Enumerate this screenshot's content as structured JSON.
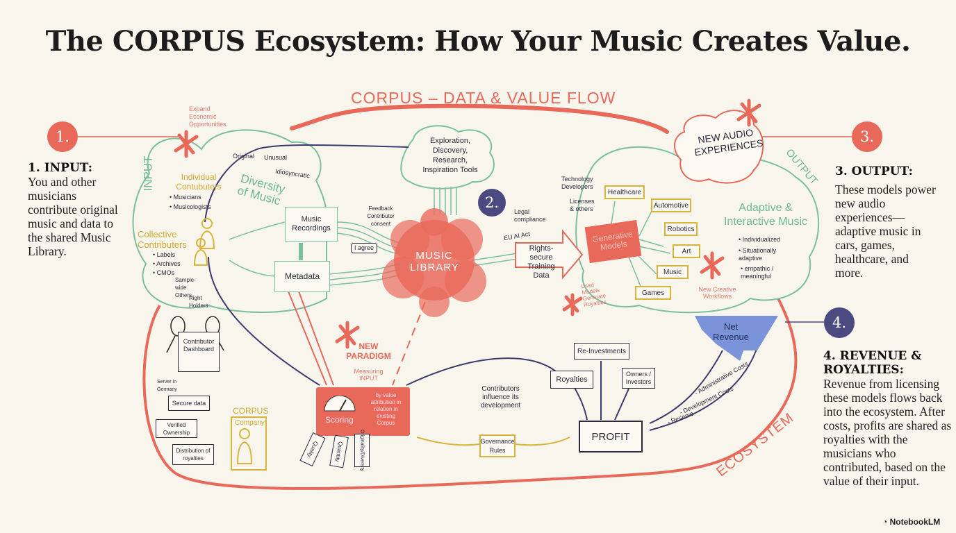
{
  "title": "The CORPUS Ecosystem: How Your Music Creates Value.",
  "flow_label": "CORPUS  –  DATA & VALUE FLOW",
  "ecosystem_label": "ECOSYSTEM",
  "steps": [
    {
      "number": "1.",
      "heading": "1. INPUT:",
      "body": "You and other musicians contribute original music and data to the shared Music Library."
    },
    {
      "number": "2."
    },
    {
      "number": "3.",
      "heading": "3. OUTPUT:",
      "body": "These models power new audio experiences—adaptive music in cars, games, healthcare, and more."
    },
    {
      "number": "4.",
      "heading": "4. REVENUE & ROYALTIES:",
      "body": "Revenue from licensing these models flows back into the ecosystem. After costs, profits are shared as royalties with the musicians who contributed, based on the value of their input."
    }
  ],
  "input": {
    "label": "INPUT",
    "expand": "Expand Economic Opportunities",
    "qualities": [
      "Original",
      "Unusual",
      "Idiosyncratic"
    ],
    "diversity": "Diversity of Music",
    "individual": {
      "title": "Individual Contubuters",
      "items": [
        "• Musicians",
        "• Musicologists"
      ]
    },
    "collective": {
      "title": "Collective Contributers",
      "items": [
        "• Labels",
        "• Archives",
        "• CMOs"
      ]
    },
    "sample_others": "Sample-wide Others",
    "right_holders": "Right Holders",
    "recordings": "Music Recordings",
    "metadata": "Metadata",
    "consent": "Feedback Contributor consent",
    "agree": "I agree"
  },
  "center": {
    "exploration": "Exploration, Discovery, Research, Inspiration Tools",
    "library": "MUSIC LIBRARY",
    "legal": "Legal compliance",
    "eu_act": "EU AI Act",
    "training": "Rights-secure Training Data",
    "tech_dev": "Technology Developers",
    "licenses": "Licenses & others",
    "models": "Generative Models",
    "used_models": "Used Models Generate Royalties"
  },
  "output": {
    "label": "OUTPUT",
    "new_audio": "NEW AUDIO EXPERIENCES",
    "sectors": [
      "Healthcare",
      "Automotive",
      "Robotics",
      "Art",
      "Music",
      "Games"
    ],
    "adaptive": "Adaptive & Interactive Music",
    "features": [
      "• Individualized",
      "• Situationally adaptive",
      "• empathic / meaningful"
    ],
    "workflows": "New Creative Workflows"
  },
  "revenue": {
    "net": "Net Revenue",
    "costs": [
      "- Administrative Costs",
      "- Development Costs",
      "- Reserve"
    ],
    "profit": "PROFIT",
    "royalties": "Royalties",
    "reinvest": "Re-Investments",
    "owners": "Owners / Investors",
    "influence": "Contributors influence its development",
    "governance": "Governance Rules"
  },
  "paradigm": {
    "title": "NEW PARADIGM",
    "measuring": "Measuring INPUT",
    "scoring": "Scoring",
    "desc": "by value attribution in relation in existing Corpus",
    "tags": [
      "Quality",
      "Quantity",
      "Originality/Diversity"
    ]
  },
  "company": {
    "dashboard": "Contributor Dashboard",
    "server": "Server in Germany",
    "secure": "Secure data",
    "verified": "Verified Ownership",
    "distribution": "Distribution of royalties",
    "corpus": "CORPUS",
    "company": "Company"
  },
  "brand": "NotebookLM",
  "colors": {
    "coral": "#e8685a",
    "navy": "#4b4a80",
    "green": "#7bbf9f",
    "yellow": "#d9b43a",
    "blue": "#7b93d8"
  }
}
